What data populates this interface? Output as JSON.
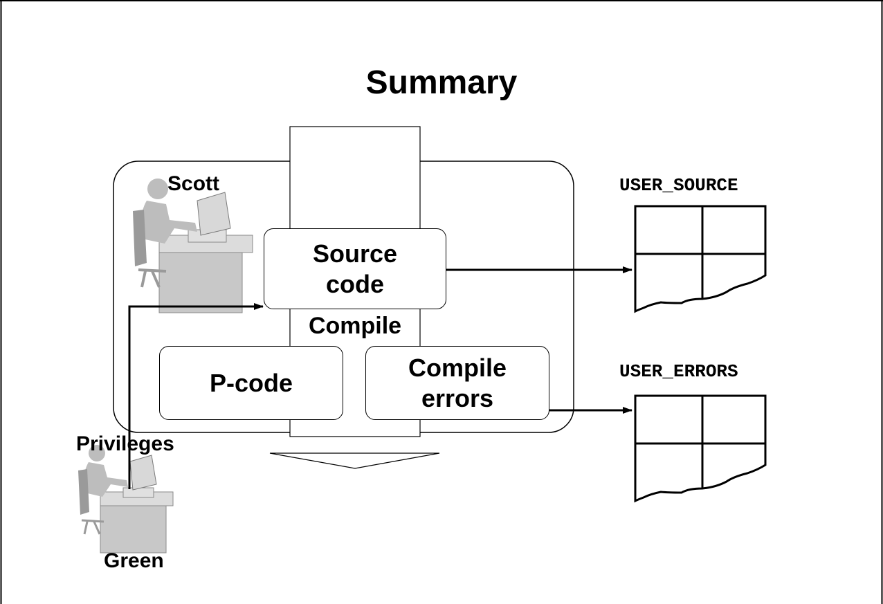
{
  "title": "Summary",
  "users": {
    "owner": "Scott",
    "grantee": "Green",
    "privileges_label": "Privileges"
  },
  "boxes": {
    "source_line1": "Source",
    "source_line2": "code",
    "compile_label": "Compile",
    "pcode": "P-code",
    "errors_line1": "Compile",
    "errors_line2": "errors"
  },
  "views": {
    "user_source": "USER_SOURCE",
    "user_errors": "USER_ERRORS"
  },
  "colors": {
    "stroke": "#000000",
    "background": "#ffffff",
    "figure_gray": "#bdbdbd"
  },
  "icons": [
    "computer-user-icon",
    "table-icon",
    "down-arrow-icon"
  ]
}
